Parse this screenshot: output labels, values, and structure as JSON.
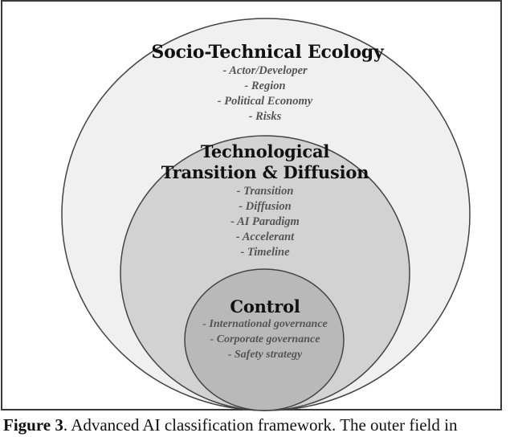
{
  "diagram": {
    "colors": {
      "outer_fill": "#f0f0f0",
      "middle_fill": "#d2d2d2",
      "inner_fill": "#b9b9b9",
      "stroke": "#444444",
      "frame": "#3a3a3a"
    },
    "rings": [
      {
        "title": "Socio-Technical Ecology",
        "items": [
          "- Actor/Developer",
          "- Region",
          "- Political Economy",
          "- Risks"
        ]
      },
      {
        "title_line1": "Technological",
        "title_line2": "Transition & Diffusion",
        "items": [
          "- Transition",
          "- Diffusion",
          "- AI Paradigm",
          "- Accelerant",
          "- Timeline"
        ]
      },
      {
        "title": "Control",
        "items": [
          "- International governance",
          "- Corporate governance",
          "- Safety strategy"
        ]
      }
    ]
  },
  "caption": {
    "label": "Figure 3",
    "text": ". Advanced AI classification framework. The outer field in"
  }
}
